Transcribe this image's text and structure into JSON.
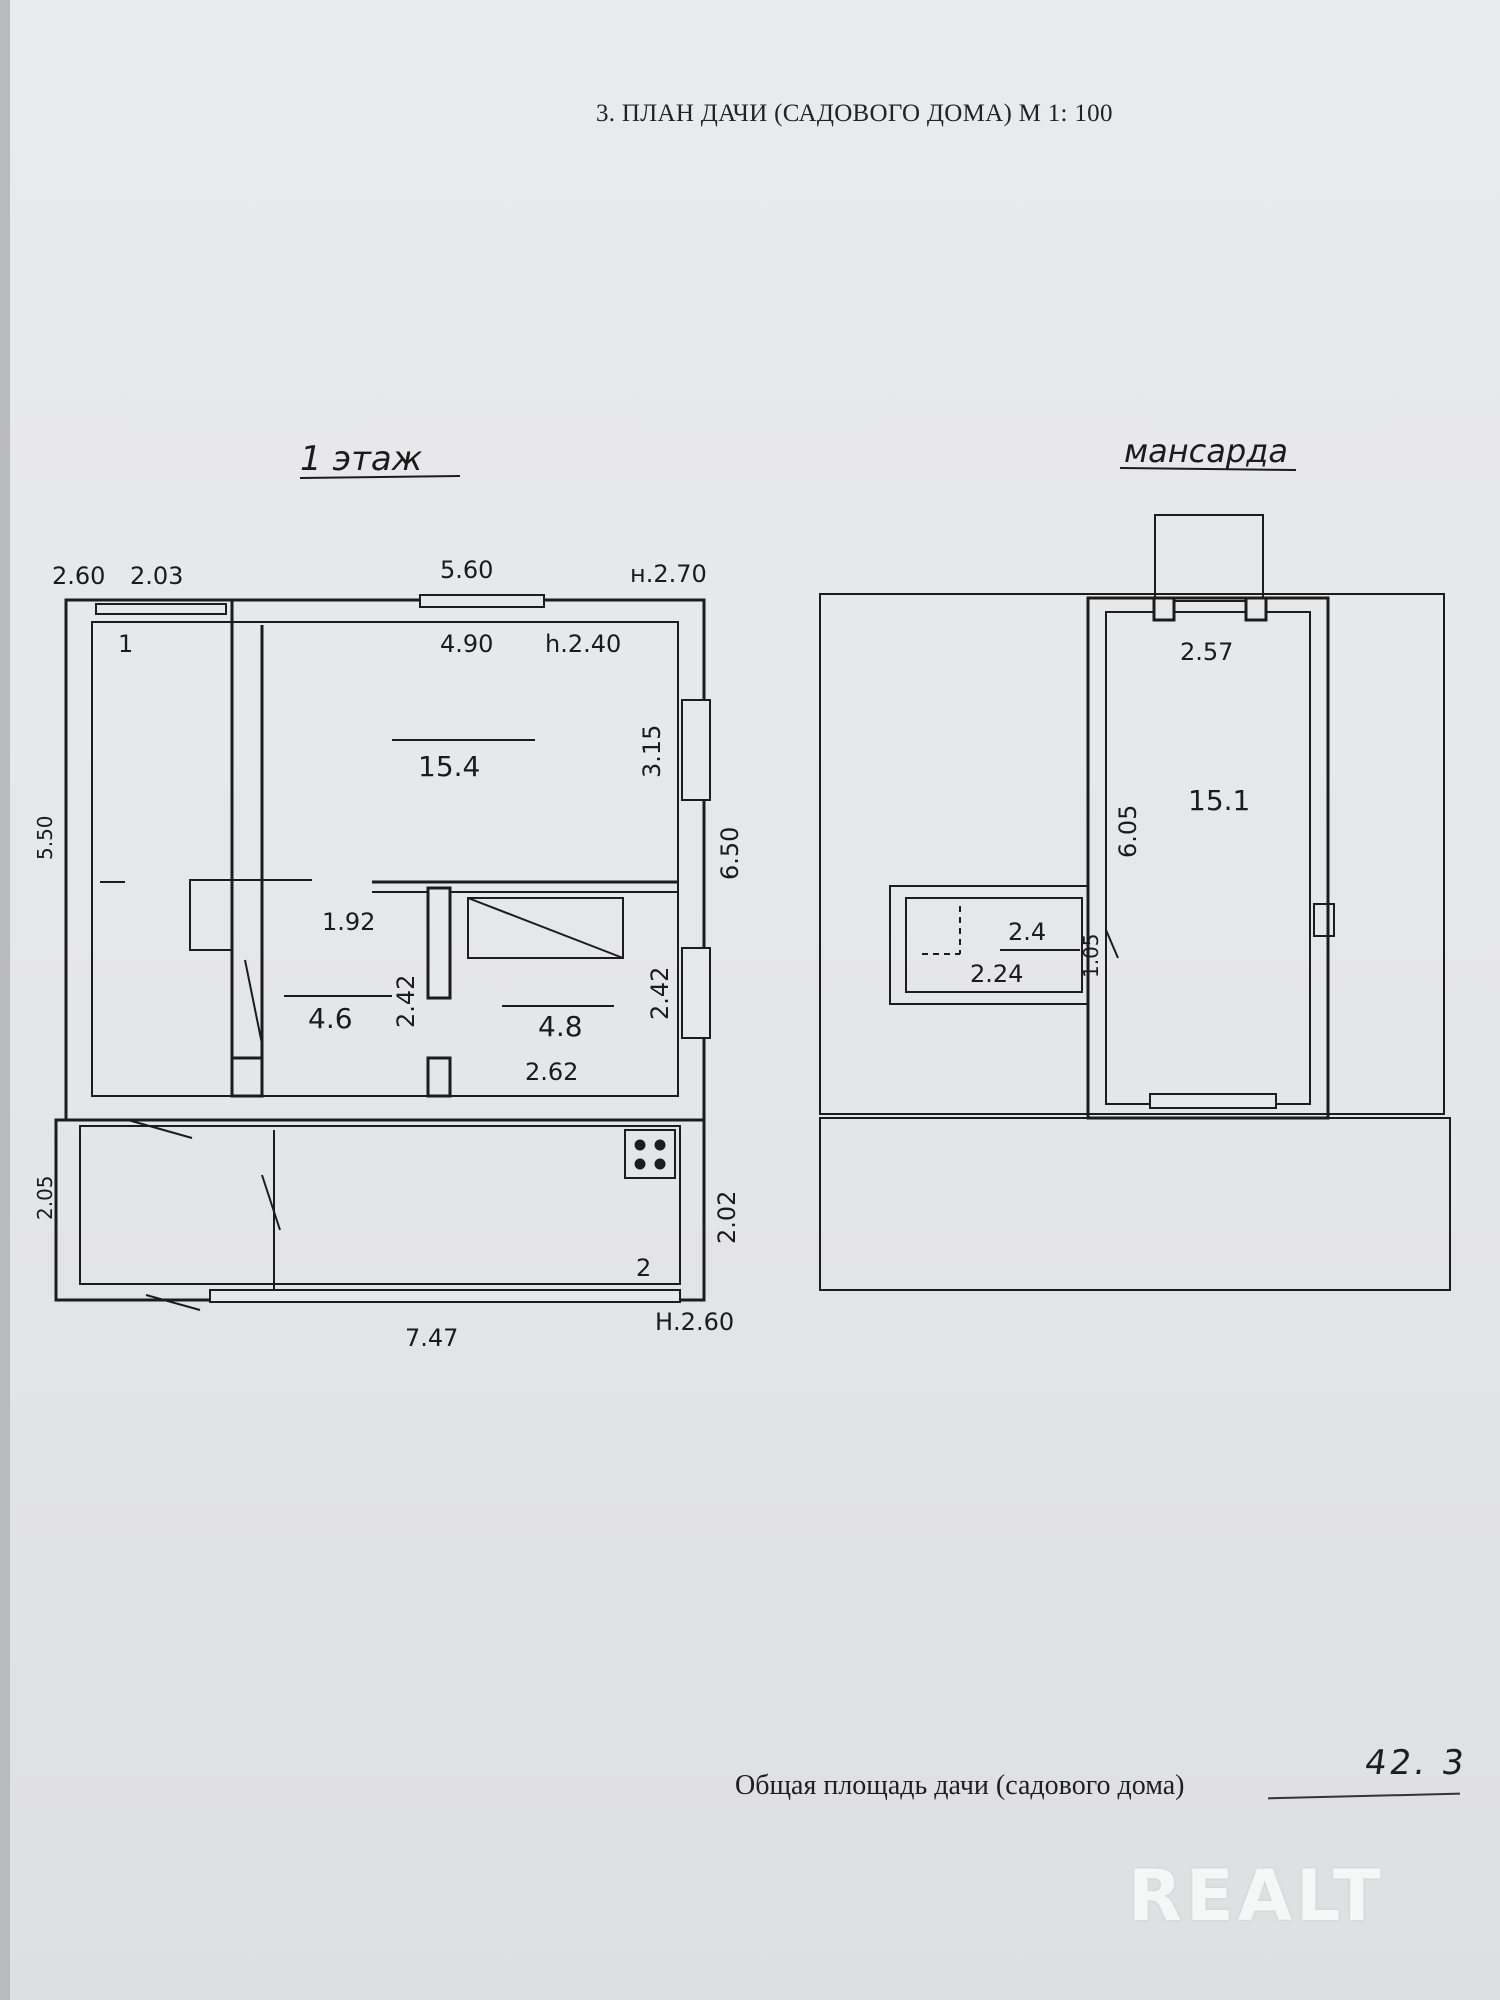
{
  "document": {
    "title": "3. ПЛАН ДАЧИ (САДОВОГО ДОМА) М 1: 100",
    "total_area_label": "Общая площадь дачи (садового дома)",
    "total_area_value": "42. 3",
    "watermark": "REALT"
  },
  "floor1": {
    "heading": "1 этаж",
    "labels": {
      "top_left_1": "2.60",
      "top_left_2": "2.03",
      "top_width": "5.60",
      "top_height": "н.2.70",
      "room_width": "4.90",
      "room_height": "h.2.40",
      "room1_number": "1",
      "right_315": "3.15",
      "right_650": "6.50",
      "main_area": "15.4",
      "dim_192": "1.92",
      "vert_242_left": "2.42",
      "vert_242_right": "2.42",
      "area_46": "4.6",
      "area_48": "4.8",
      "dim_262": "2.62",
      "right_202": "2.02",
      "room2_number": "2",
      "bottom_width": "7.47",
      "bottom_height": "Н.2.60",
      "left_side_top": "5.50",
      "left_side_bottom": "2.05"
    }
  },
  "attic": {
    "heading": "мансарда",
    "labels": {
      "top_dim": "2.57",
      "vert_605": "6.05",
      "main_area": "15.1",
      "area_24": "2.4",
      "dim_224": "2.24",
      "dim_105": "1.05"
    }
  }
}
